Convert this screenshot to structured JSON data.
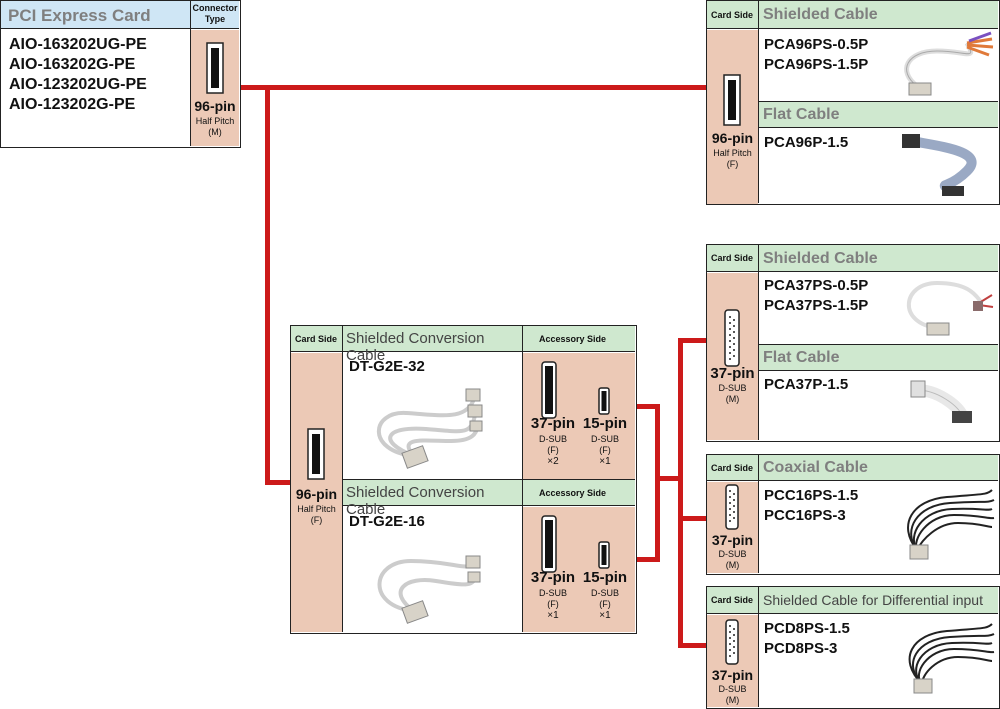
{
  "card": {
    "title": "PCI Express Card",
    "connector_type_header": "Connector\nType",
    "models": [
      "AIO-163202UG-PE",
      "AIO-163202G-PE",
      "AIO-123202UG-PE",
      "AIO-123202G-PE"
    ],
    "pin": "96-pin",
    "pin_desc": "Half Pitch",
    "gender": "(M)"
  },
  "top_group": {
    "card_side": "Card Side",
    "pin": "96-pin",
    "pin_desc": "Half Pitch",
    "gender": "(F)",
    "shielded_title": "Shielded Cable",
    "shielded_models": [
      "PCA96PS-0.5P",
      "PCA96PS-1.5P"
    ],
    "flat_title": "Flat Cable",
    "flat_models": [
      "PCA96P-1.5"
    ]
  },
  "conversion": {
    "card_side": "Card Side",
    "pin": "96-pin",
    "pin_desc": "Half Pitch",
    "gender": "(F)",
    "title1": "Shielded Conversion Cable",
    "accessory_side": "Accessory Side",
    "model1": "DT-G2E-32",
    "title2": "Shielded Conversion Cable",
    "model2": "DT-G2E-16",
    "c37_pin": "37-pin",
    "c15_pin": "15-pin",
    "dsub": "D-SUB",
    "female": "(F)",
    "qty_x2": "×2",
    "qty_x1": "×1"
  },
  "pca37": {
    "card_side": "Card Side",
    "pin": "37-pin",
    "pin_desc": "D-SUB",
    "gender": "(M)",
    "shielded_title": "Shielded Cable",
    "shielded_models": [
      "PCA37PS-0.5P",
      "PCA37PS-1.5P"
    ],
    "flat_title": "Flat Cable",
    "flat_models": [
      "PCA37P-1.5"
    ]
  },
  "coax": {
    "card_side": "Card Side",
    "title": "Coaxial Cable",
    "models": [
      "PCC16PS-1.5",
      "PCC16PS-3"
    ],
    "pin": "37-pin",
    "pin_desc": "D-SUB",
    "gender": "(M)"
  },
  "diff": {
    "card_side": "Card Side",
    "title": "Shielded Cable for Differential input",
    "models": [
      "PCD8PS-1.5",
      "PCD8PS-3"
    ],
    "pin": "37-pin",
    "pin_desc": "D-SUB",
    "gender": "(M)"
  },
  "colors": {
    "line": "#cc1a1a",
    "header_blue": "#cfe6f5",
    "header_green": "#cfe8cf",
    "tan": "#ecc9b6"
  }
}
